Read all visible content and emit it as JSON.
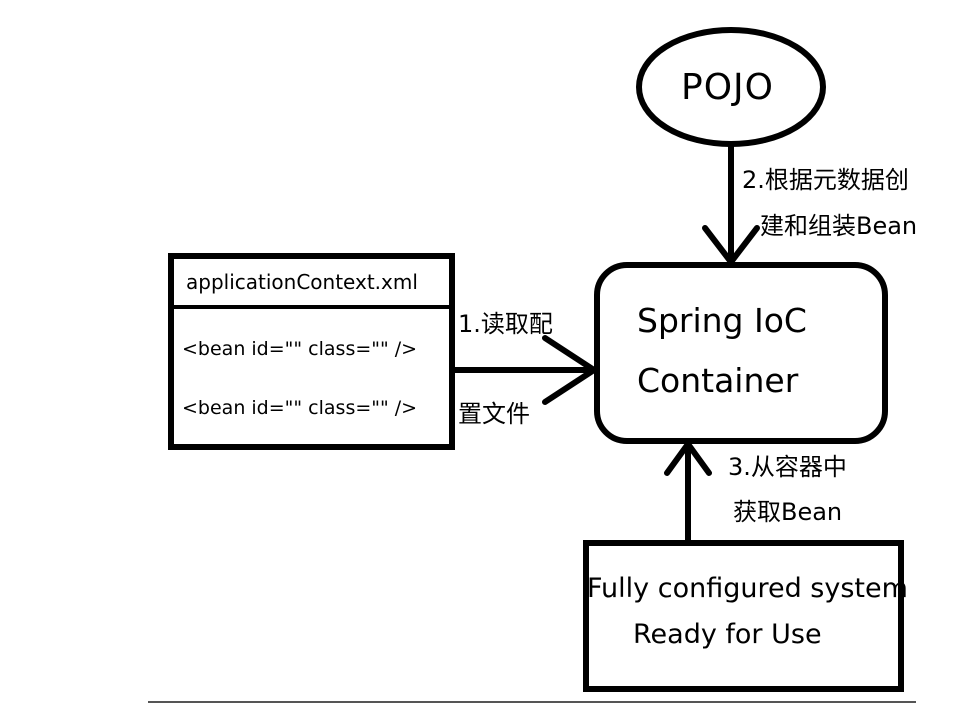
{
  "nodes": {
    "pojo": {
      "label": "POJO"
    },
    "container": {
      "line1": "Spring IoC",
      "line2": "Container"
    },
    "config_file": {
      "title": "applicationContext.xml",
      "entries": [
        "<bean id=\"\" class=\"\" />",
        "<bean id=\"\" class=\"\" />"
      ]
    },
    "system": {
      "line1": "Fully configured system",
      "line2": "Ready for Use"
    }
  },
  "edges": {
    "read_config": {
      "line1": "1.读取配",
      "line2": "置文件"
    },
    "create_beans": {
      "line1": "2.根据元数据创",
      "line2": "建和组装Bean"
    },
    "get_bean": {
      "line1": "3.从容器中",
      "line2": "获取Bean"
    }
  }
}
